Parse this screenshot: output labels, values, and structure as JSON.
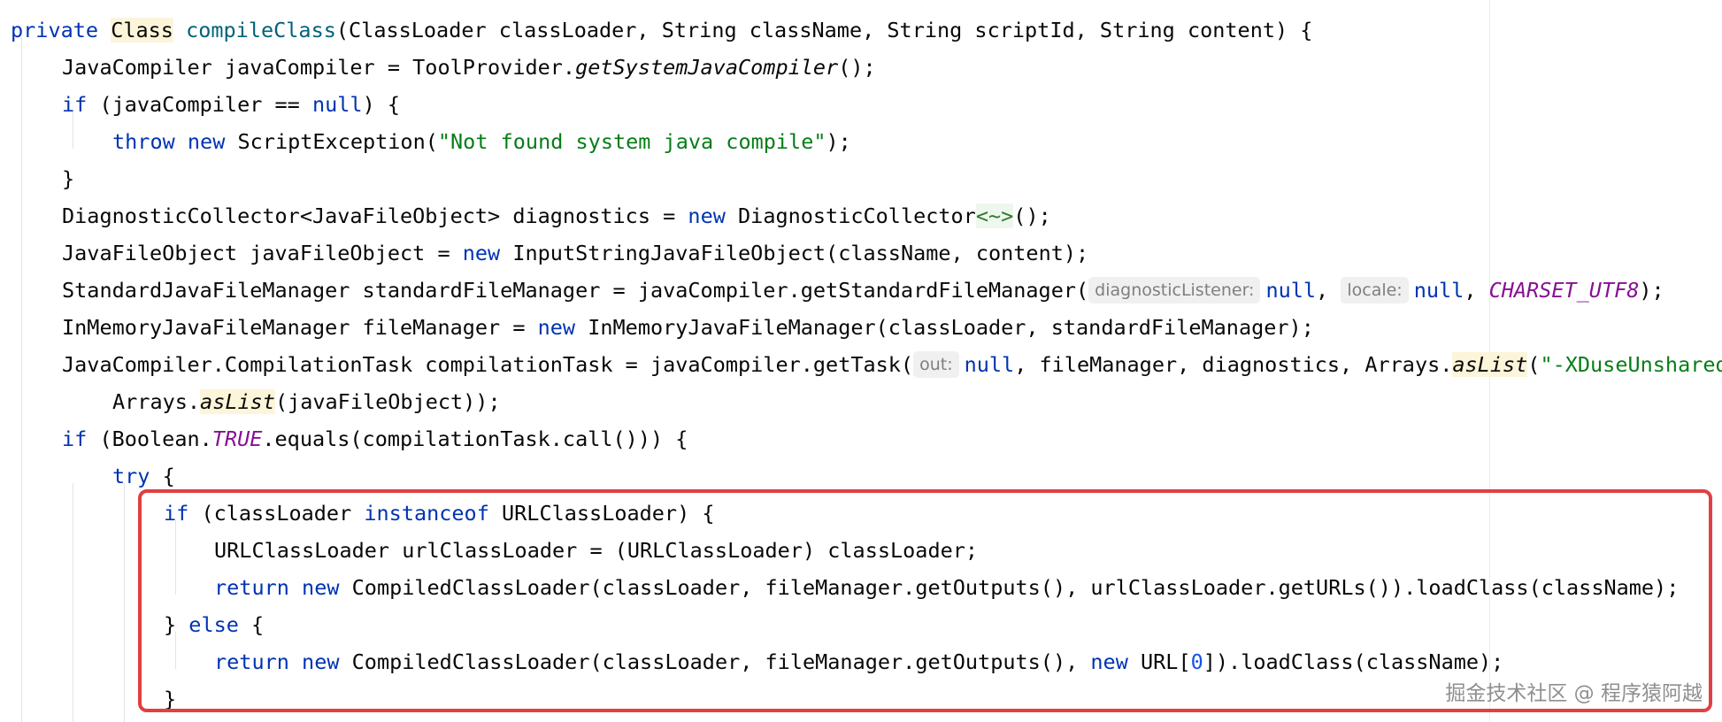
{
  "code": {
    "l1": {
      "kw_private": "private ",
      "type_class": "Class",
      "name": "compileClass",
      "rest": "(ClassLoader classLoader, String className, String scriptId, String content) {"
    },
    "l2": {
      "a": "JavaCompiler javaCompiler = ToolProvider.",
      "call": "getSystemJavaCompiler",
      "b": "();"
    },
    "l3": {
      "kw_if": "if",
      "a": " (javaCompiler == ",
      "kw_null": "null",
      "b": ") {"
    },
    "l4": {
      "kw_throw": "throw",
      "kw_new": "new",
      "a": " ScriptException(",
      "str": "\"Not found system java compile\"",
      "b": ");"
    },
    "l5": {
      "a": "}"
    },
    "l6": {
      "a": "DiagnosticCollector<JavaFileObject> diagnostics = ",
      "kw_new": "new",
      "b": " DiagnosticCollector",
      "diamond": "<~>",
      "c": "();"
    },
    "l7": {
      "a": "JavaFileObject javaFileObject = ",
      "kw_new": "new",
      "b": " InputStringJavaFileObject(className, content);"
    },
    "l8": {
      "a": "StandardJavaFileManager standardFileManager = javaCompiler.getStandardFileManager(",
      "hint1": "diagnosticListener:",
      "null1": "null",
      "sep": ", ",
      "hint2": "locale:",
      "null2": "null",
      "sep2": ", ",
      "const": "CHARSET_UTF8",
      "b": ");"
    },
    "l9": {
      "a": "InMemoryJavaFileManager fileManager = ",
      "kw_new": "new",
      "b": " InMemoryJavaFileManager(classLoader, standardFileManager);"
    },
    "l10": {
      "a": "JavaCompiler.CompilationTask compilationTask = javaCompiler.getTask(",
      "hint": "out:",
      "kw_null": "null",
      "b": ", fileManager, diagnostics, Arrays.",
      "call": "asList",
      "c": "(",
      "str": "\"-XDuseUnsharedTable\"",
      "d": "),"
    },
    "l11": {
      "a": "Arrays.",
      "call": "asList",
      "b": "(javaFileObject));"
    },
    "l12": {
      "kw_if": "if",
      "a": " (Boolean.",
      "const": "TRUE",
      "b": ".equals(compilationTask.call())) {"
    },
    "l13": {
      "kw_try": "try",
      "a": " {"
    },
    "l14": {
      "kw_if": "if",
      "a": " (classLoader ",
      "kw_instanceof": "instanceof",
      "b": " URLClassLoader) {"
    },
    "l15": {
      "a": "URLClassLoader urlClassLoader = (URLClassLoader) classLoader;"
    },
    "l16": {
      "kw_return": "return",
      "kw_new": "new",
      "a": " CompiledClassLoader(classLoader, fileManager.getOutputs(), urlClassLoader.getURLs()).loadClass(className);"
    },
    "l17": {
      "a": "} ",
      "kw_else": "else",
      "b": " {"
    },
    "l18": {
      "kw_return": "return",
      "kw_new": "new",
      "a": " CompiledClassLoader(classLoader, fileManager.getOutputs(), ",
      "kw_new2": "new",
      "b": " URL[",
      "num": "0",
      "c": "]).loadClass(className);"
    },
    "l19": {
      "a": "}"
    }
  },
  "watermark": "掘金技术社区 @ 程序猿阿越"
}
